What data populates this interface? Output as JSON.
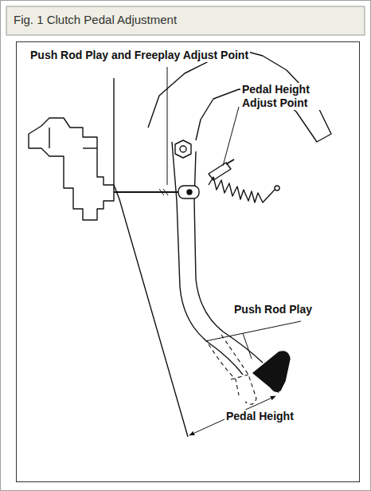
{
  "diagram": {
    "title": "Fig. 1 Clutch Pedal Adjustment",
    "labels": [
      "Push Rod Play and Freeplay Adjust Point",
      "Pedal Height Adjust Point",
      "Push Rod Play",
      "Pedal Height"
    ]
  }
}
